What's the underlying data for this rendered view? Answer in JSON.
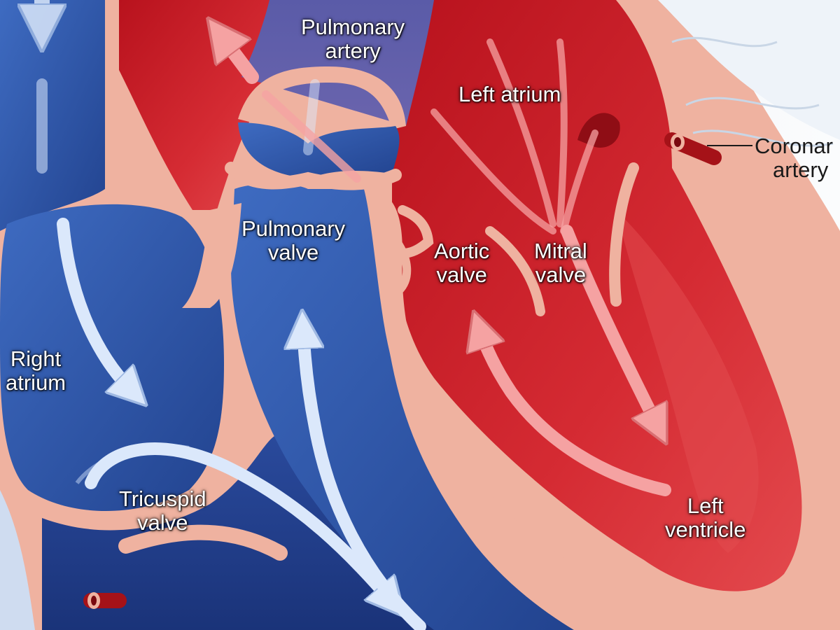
{
  "colors": {
    "deoxygenated": "#2f55a8",
    "oxygenated": "#c6202a",
    "tissue": "#efb2a0",
    "arrow_blue": "#dbe8fb",
    "arrow_red": "#f5a2a2",
    "background": "#f3f6fa"
  },
  "labels": {
    "pulmonary_artery": [
      "Pulmonary",
      "artery"
    ],
    "left_atrium": "Left atrium",
    "coronary_artery": [
      "Coronar",
      "artery"
    ],
    "pulmonary_valve": [
      "Pulmonary",
      "valve"
    ],
    "aortic_valve": [
      "Aortic",
      "valve"
    ],
    "mitral_valve": [
      "Mitral",
      "valve"
    ],
    "right_atrium": [
      "Right",
      "atrium"
    ],
    "tricuspid_valve": [
      "Tricuspid",
      "valve"
    ],
    "left_ventricle": [
      "Left",
      "ventricle"
    ]
  }
}
